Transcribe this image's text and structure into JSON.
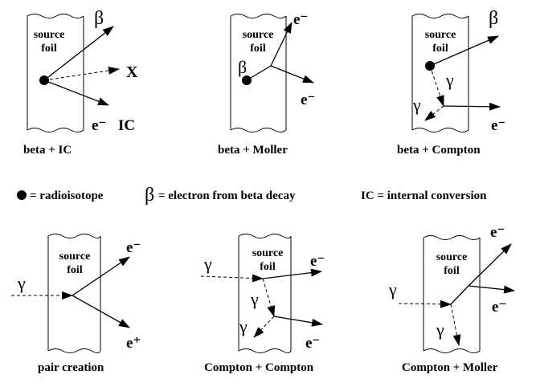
{
  "legend": {
    "radioisotope": "= radioisotope",
    "beta_symbol": "β",
    "beta_text": "= electron from beta decay",
    "ic_text": "IC = internal conversion"
  },
  "foil": {
    "line1": "source",
    "line2": "foil"
  },
  "symbols": {
    "beta": "β",
    "gamma": "γ",
    "electron": "e⁻",
    "positron": "e⁺",
    "x": "X",
    "ic": "IC"
  },
  "panels": [
    {
      "caption": "beta + IC"
    },
    {
      "caption": "beta + Moller"
    },
    {
      "caption": "beta + Compton"
    },
    {
      "caption": "pair creation"
    },
    {
      "caption": "Compton + Compton"
    },
    {
      "caption": "Compton + Moller"
    }
  ]
}
